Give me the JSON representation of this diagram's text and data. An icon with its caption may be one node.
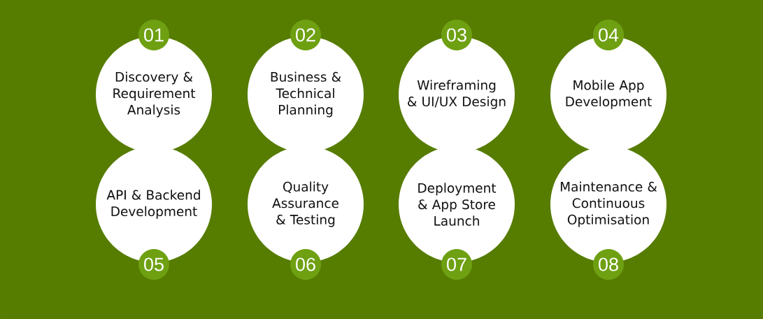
{
  "diagram": {
    "nodes": [
      {
        "text": [
          "01"
        ]
      },
      {
        "text": [
          "Discovery & Requirement Analysis"
        ]
      },
      {
        "text": [
          "02"
        ]
      },
      {
        "text": [
          "Business & Technical Planning"
        ]
      },
      {
        "text": [
          "03"
        ]
      },
      {
        "text": [
          "Wireframing & UI/UX Design"
        ]
      },
      {
        "text": [
          "04"
        ]
      },
      {
        "text": [
          "Mobile App Development"
        ]
      },
      {
        "text": [
          "API & Backend Development"
        ]
      },
      {
        "text": [
          "05"
        ]
      },
      {
        "text": [
          "Quality Assurance & Testing"
        ]
      },
      {
        "text": [
          "06"
        ]
      },
      {
        "text": [
          "Deployment & App Store Launch"
        ]
      },
      {
        "text": [
          "07"
        ]
      },
      {
        "text": [
          "Maintenance & Continuous Optimisation"
        ]
      },
      {
        "text": [
          "08"
        ]
      }
    ]
  }
}
